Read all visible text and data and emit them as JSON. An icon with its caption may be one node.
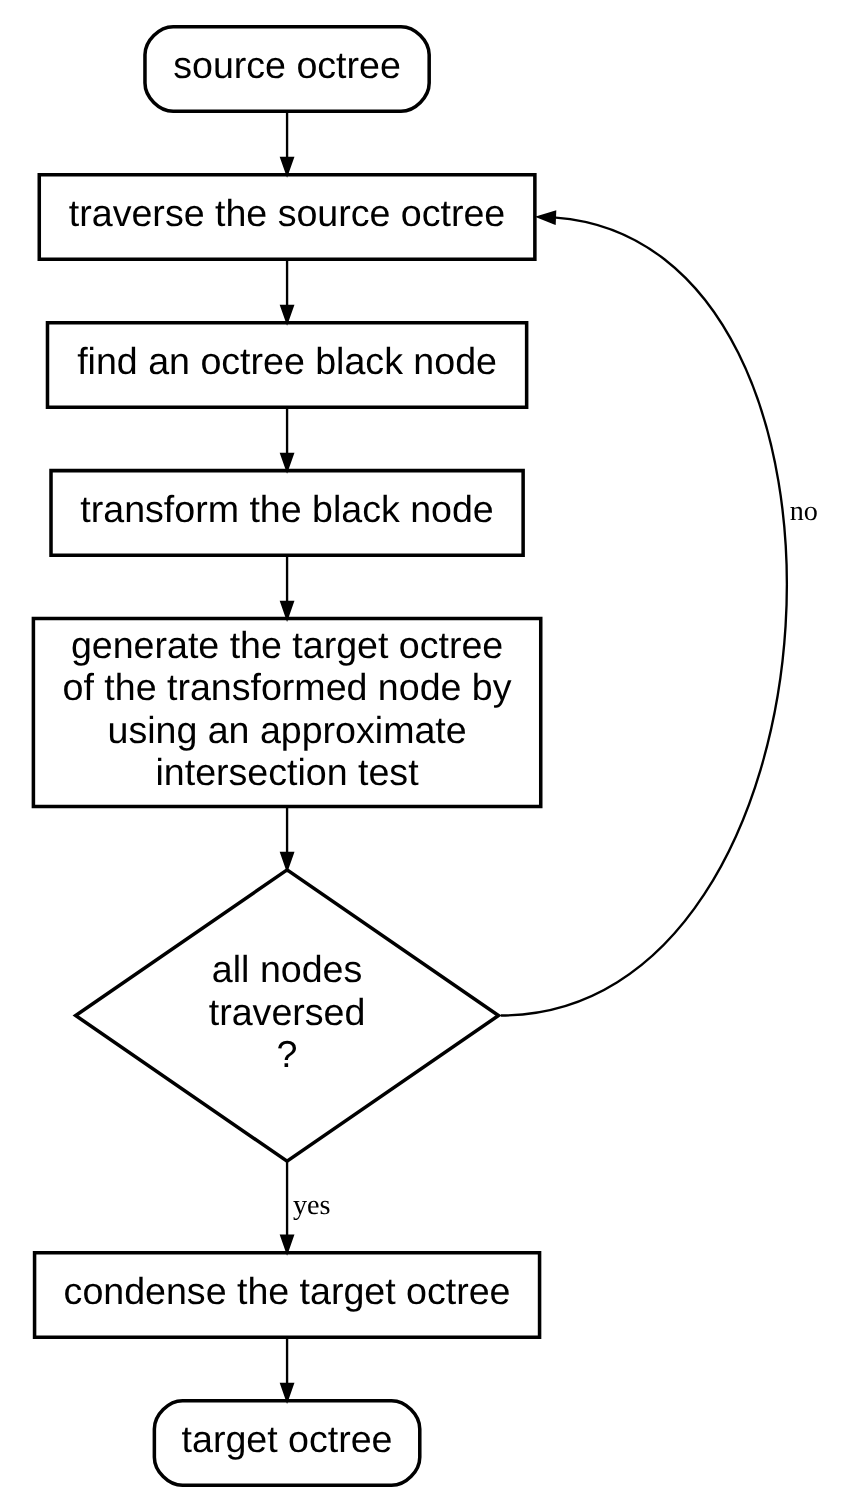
{
  "diagram": {
    "nodes": [
      {
        "text": [
          "source octree"
        ]
      },
      {
        "text": [
          "traverse the source octree"
        ]
      },
      {
        "text": [
          "find an octree black node"
        ]
      },
      {
        "text": [
          "transform the black node"
        ]
      },
      {
        "text": [
          "generate the target octree of the transformed node by using an approximate intersection test"
        ]
      },
      {
        "text": [
          "all nodes traversed ?"
        ]
      },
      {
        "text": [
          "condense the target octree"
        ]
      },
      {
        "text": [
          "target octree"
        ]
      }
    ],
    "edges": [
      {
        "from": 0,
        "to": 1,
        "arrow": "to"
      },
      {
        "from": 1,
        "to": 2,
        "arrow": "to"
      },
      {
        "from": 2,
        "to": 3,
        "arrow": "to"
      },
      {
        "from": 3,
        "to": 4,
        "arrow": "to"
      },
      {
        "from": 4,
        "to": 5,
        "arrow": "to"
      },
      {
        "from": 5,
        "to": 6,
        "label": "yes",
        "arrow": "to"
      },
      {
        "from": 6,
        "to": 7,
        "arrow": "to"
      },
      {
        "from": 5,
        "to": 1,
        "label": "no",
        "arrow": "to"
      }
    ]
  }
}
